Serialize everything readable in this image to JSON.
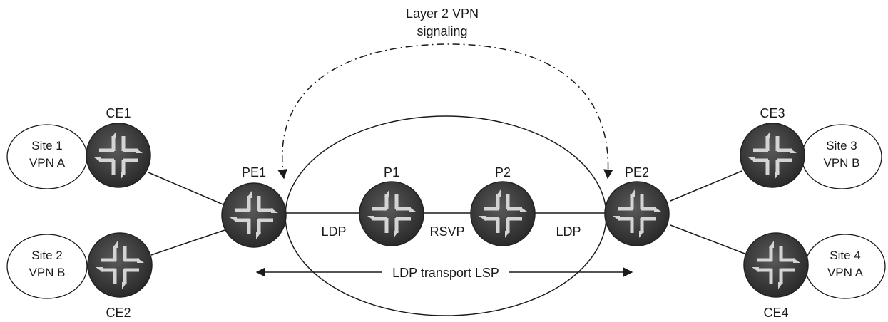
{
  "signaling": {
    "line1": "Layer 2 VPN",
    "line2": "signaling"
  },
  "routers": {
    "ce1": "CE1",
    "ce2": "CE2",
    "ce3": "CE3",
    "ce4": "CE4",
    "pe1": "PE1",
    "pe2": "PE2",
    "p1": "P1",
    "p2": "P2"
  },
  "sites": {
    "site1": {
      "line1": "Site 1",
      "line2": "VPN A"
    },
    "site2": {
      "line1": "Site 2",
      "line2": "VPN B"
    },
    "site3": {
      "line1": "Site 3",
      "line2": "VPN B"
    },
    "site4": {
      "line1": "Site 4",
      "line2": "VPN A"
    }
  },
  "links": {
    "pe1_p1": "LDP",
    "p1_p2": "RSVP",
    "p2_pe2": "LDP"
  },
  "transport": "LDP transport LSP",
  "colors": {
    "router_fill": "#3a3a3a",
    "router_arrow": "#d4d4d4",
    "line": "#1a1a1a"
  },
  "icons": {
    "router": "router-icon"
  }
}
